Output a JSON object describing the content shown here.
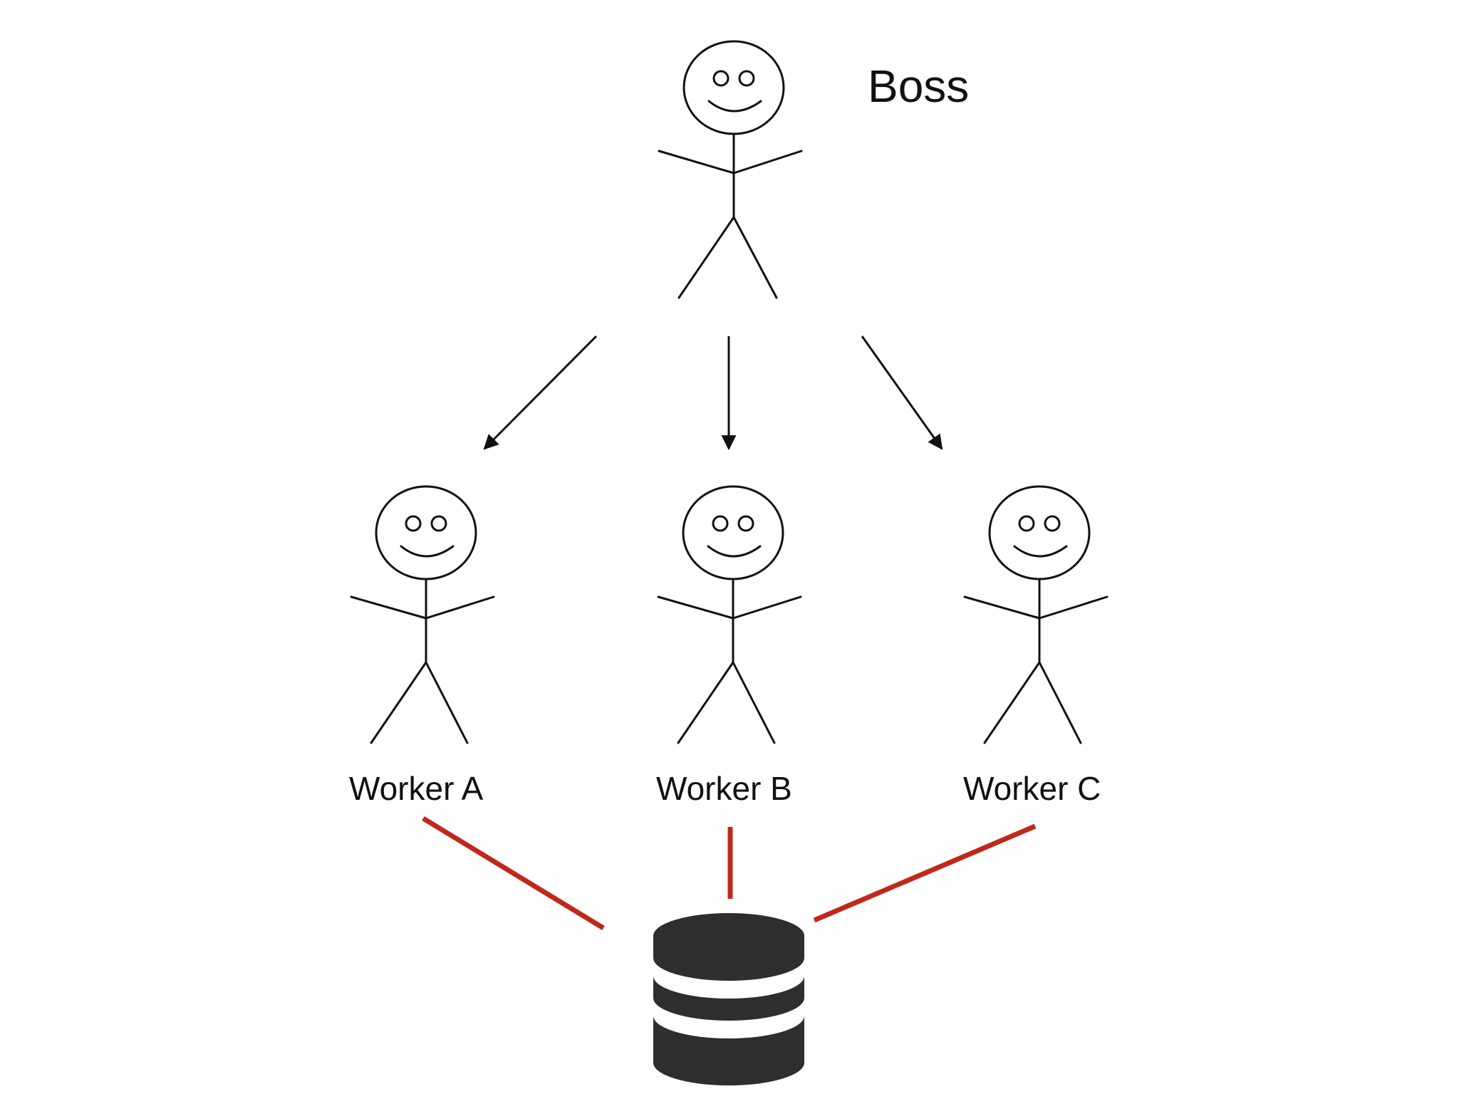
{
  "diagram": {
    "boss_label": "Boss",
    "workers": [
      {
        "label": "Worker A"
      },
      {
        "label": "Worker B"
      },
      {
        "label": "Worker C"
      }
    ],
    "colors": {
      "stroke": "#111111",
      "connector": "#c0281b",
      "database": "#2f2d2e"
    },
    "icons": [
      "stick-figure-icon",
      "database-icon",
      "arrow-icon"
    ]
  }
}
